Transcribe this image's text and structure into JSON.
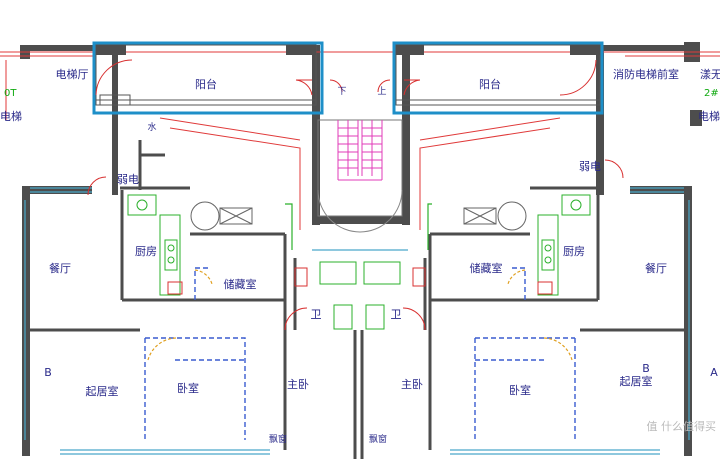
{
  "plan": {
    "rooms": {
      "balcony_left": "阳台",
      "balcony_right": "阳台",
      "elevator_hall": "电梯厅",
      "fire_elevator_anteroom": "消防电梯前室",
      "water": "水",
      "weak_current_left": "弱电",
      "weak_current_right": "弱电",
      "kitchen_left": "厨房",
      "kitchen_right": "厨房",
      "storage_left": "储藏室",
      "storage_right": "储藏室",
      "dining_left": "餐厅",
      "dining_right": "餐厅",
      "bath_left": "卫",
      "bath_right": "卫",
      "living_left": "起居室",
      "living_right": "起居室",
      "bedroom_left": "卧室",
      "bedroom_right": "卧室",
      "master_left": "主卧",
      "master_right": "主卧",
      "bay_left": "飘窗",
      "bay_right": "飘窗",
      "unit_b_left": "B",
      "unit_b_right": "B",
      "edge_a": "A",
      "stair_down": "下",
      "stair_up": "上",
      "left_edge_1": "0T",
      "left_edge_2": "电梯",
      "right_edge_1": "漾无",
      "right_edge_2": "2#",
      "right_edge_3": "电梯"
    },
    "watermark": "值 什么值得买",
    "colors": {
      "wall": "#4d4d4d",
      "window": "#4aa8c9",
      "highlight": "#1e8fc8",
      "stair": "#e23bb8",
      "door": "#d83030",
      "fixture": "#2bb02b"
    }
  }
}
